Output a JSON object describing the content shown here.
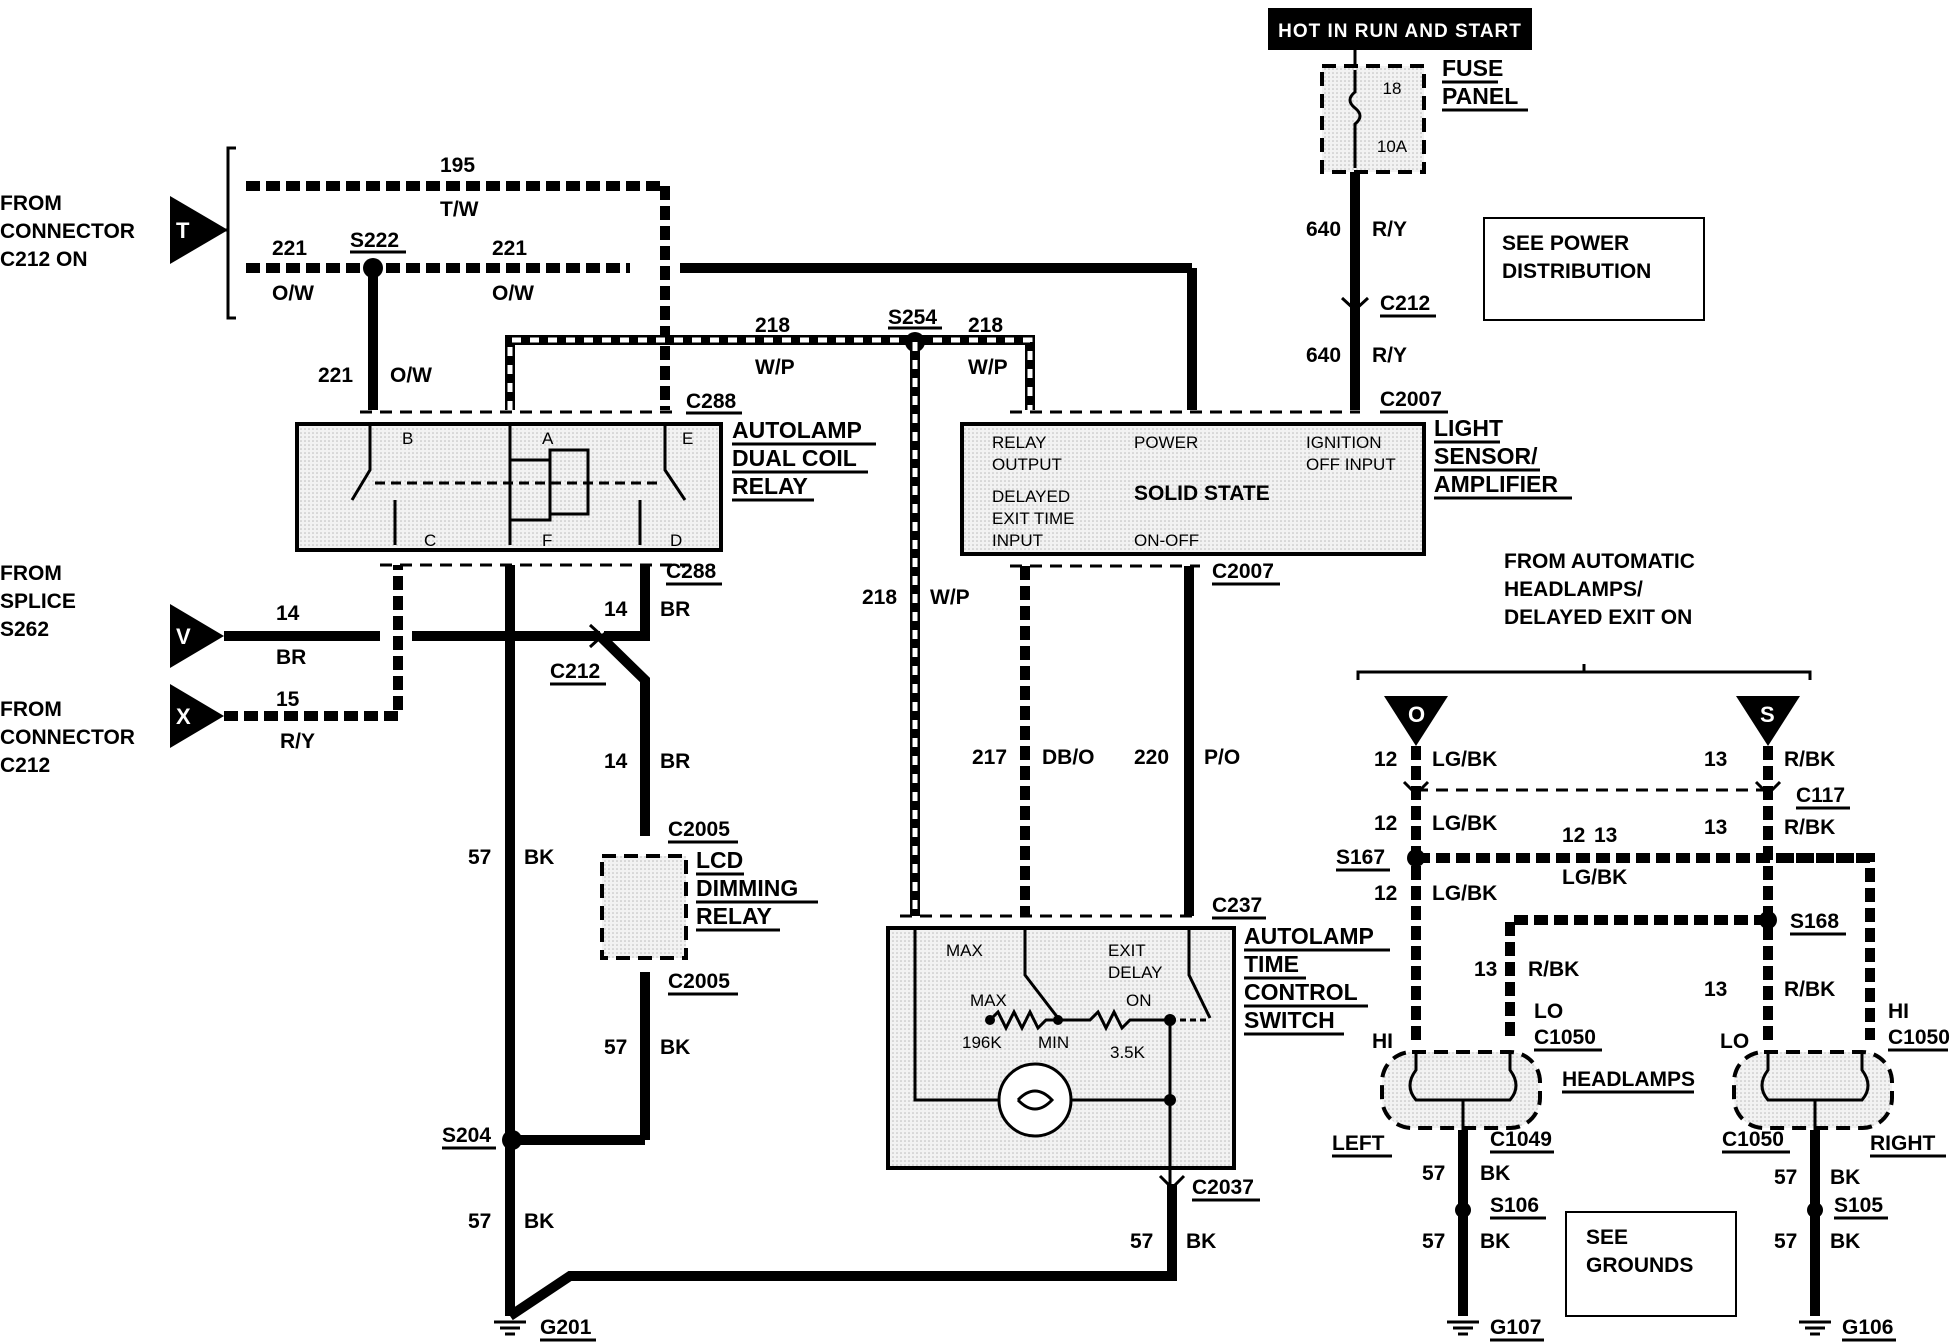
{
  "header": {
    "banner": "HOT IN RUN AND START"
  },
  "fuse_panel": {
    "label_line1": "FUSE",
    "label_line2": "PANEL",
    "fuse_number": "18",
    "fuse_rating": "10A"
  },
  "see_power": {
    "line1": "SEE POWER",
    "line2": "DISTRIBUTION"
  },
  "see_grounds": {
    "line1": "SEE",
    "line2": "GROUNDS"
  },
  "from_t": {
    "line1": "FROM",
    "line2": "CONNECTOR",
    "line3": "C212 ON",
    "letter": "T"
  },
  "from_v": {
    "line1": "FROM",
    "line2": "SPLICE",
    "line3": "S262",
    "letter": "V"
  },
  "from_x": {
    "line1": "FROM",
    "line2": "CONNECTOR",
    "line3": "C212",
    "letter": "X"
  },
  "from_auto": {
    "line1": "FROM AUTOMATIC",
    "line2": "HEADLAMPS/",
    "line3": "DELAYED EXIT ON",
    "letter_o": "O",
    "letter_s": "S"
  },
  "relay": {
    "line1": "AUTOLAMP",
    "line2": "DUAL COIL",
    "line3": "RELAY",
    "pin_b": "B",
    "pin_a": "A",
    "pin_e": "E",
    "pin_c": "C",
    "pin_f": "F",
    "pin_d": "D"
  },
  "sensor": {
    "line1": "LIGHT",
    "line2": "SENSOR/",
    "line3": "AMPLIFIER",
    "relay_output": "RELAY",
    "relay_output2": "OUTPUT",
    "power": "POWER",
    "ignition": "IGNITION",
    "off_input": "OFF INPUT",
    "delayed": "DELAYED",
    "exit_time": "EXIT TIME",
    "input": "INPUT",
    "solid_state": "SOLID STATE",
    "on_off": "ON-OFF"
  },
  "lcd": {
    "line1": "LCD",
    "line2": "DIMMING",
    "line3": "RELAY"
  },
  "switch": {
    "line1": "AUTOLAMP",
    "line2": "TIME",
    "line3": "CONTROL",
    "line4": "SWITCH",
    "max_top": "MAX",
    "max": "MAX",
    "exit": "EXIT",
    "delay": "DELAY",
    "on": "ON",
    "r196k": "196K",
    "min": "MIN",
    "r35k": "3.5K"
  },
  "headlamps": {
    "label": "HEADLAMPS",
    "left": "LEFT",
    "right": "RIGHT",
    "hi": "HI",
    "lo": "LO"
  },
  "wires": {
    "c195": "195",
    "tw": "T/W",
    "c221": "221",
    "ow": "O/W",
    "c218": "218",
    "wp": "W/P",
    "c14": "14",
    "br": "BR",
    "c15": "15",
    "ry": "R/Y",
    "c57": "57",
    "bk": "BK",
    "c217": "217",
    "dbo": "DB/O",
    "c220": "220",
    "po": "P/O",
    "c640": "640",
    "c12": "12",
    "lgbk": "LG/BK",
    "c13": "13",
    "rbk": "R/BK"
  },
  "connectors": {
    "s222": "S222",
    "s254": "S254",
    "c288": "C288",
    "c2007": "C2007",
    "c212": "C212",
    "c2005": "C2005",
    "s204": "S204",
    "g201": "G201",
    "c237": "C237",
    "c2037": "C2037",
    "c117": "C117",
    "s167": "S167",
    "s168": "S168",
    "c1050": "C1050",
    "c1049": "C1049",
    "s106": "S106",
    "s105": "S105",
    "g107": "G107",
    "g106": "G106"
  }
}
